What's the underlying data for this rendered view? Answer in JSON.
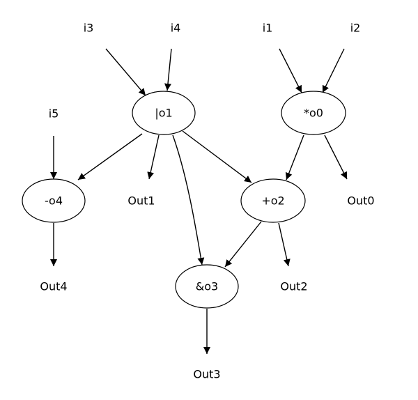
{
  "diagram": {
    "nodes": [
      {
        "id": "i3",
        "label": "i3",
        "shape": "plain"
      },
      {
        "id": "i4",
        "label": "i4",
        "shape": "plain"
      },
      {
        "id": "i1",
        "label": "i1",
        "shape": "plain"
      },
      {
        "id": "i2",
        "label": "i2",
        "shape": "plain"
      },
      {
        "id": "i5",
        "label": "i5",
        "shape": "plain"
      },
      {
        "id": "o1",
        "label": "|o1",
        "shape": "ellipse"
      },
      {
        "id": "o0",
        "label": "*o0",
        "shape": "ellipse"
      },
      {
        "id": "o4",
        "label": "-o4",
        "shape": "ellipse"
      },
      {
        "id": "o2",
        "label": "+o2",
        "shape": "ellipse"
      },
      {
        "id": "o3",
        "label": "&o3",
        "shape": "ellipse"
      },
      {
        "id": "Out1",
        "label": "Out1",
        "shape": "plain"
      },
      {
        "id": "Out0",
        "label": "Out0",
        "shape": "plain"
      },
      {
        "id": "Out4",
        "label": "Out4",
        "shape": "plain"
      },
      {
        "id": "Out2",
        "label": "Out2",
        "shape": "plain"
      },
      {
        "id": "Out3",
        "label": "Out3",
        "shape": "plain"
      }
    ],
    "edges": [
      {
        "from": "i3",
        "to": "o1"
      },
      {
        "from": "i4",
        "to": "o1"
      },
      {
        "from": "i1",
        "to": "o0"
      },
      {
        "from": "i2",
        "to": "o0"
      },
      {
        "from": "i5",
        "to": "o4"
      },
      {
        "from": "o1",
        "to": "o4"
      },
      {
        "from": "o1",
        "to": "Out1"
      },
      {
        "from": "o1",
        "to": "o2"
      },
      {
        "from": "o1",
        "to": "o3"
      },
      {
        "from": "o0",
        "to": "o2"
      },
      {
        "from": "o0",
        "to": "Out0"
      },
      {
        "from": "o4",
        "to": "Out4"
      },
      {
        "from": "o2",
        "to": "o3"
      },
      {
        "from": "o2",
        "to": "Out2"
      },
      {
        "from": "o3",
        "to": "Out3"
      }
    ]
  }
}
